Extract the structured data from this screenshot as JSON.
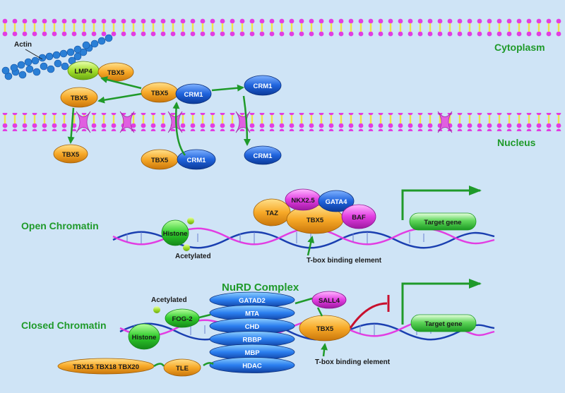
{
  "compartments": {
    "cytoplasm": "Cytoplasm",
    "nucleus": "Nucleus"
  },
  "labels": {
    "actin": "Actin",
    "lmp4": "LMP4",
    "tbx5": "TBX5",
    "crm1": "CRM1",
    "taz": "TAZ",
    "nkx25": "NKX2.5",
    "gata4": "GATA4",
    "baf": "BAF",
    "histone": "Histone",
    "acetylated": "Acetylated",
    "target_gene": "Target gene",
    "tbox": "T-box binding element",
    "fog2": "FOG-2",
    "sall4": "SALL4",
    "tle": "TLE",
    "tbx_repressors": "TBX15 TBX18 TBX20"
  },
  "sections": {
    "open": "Open Chromatin",
    "closed": "Closed Chromatin",
    "nurd": "NuRD Complex"
  },
  "nurd_subunits": [
    "GATAD2",
    "MTA",
    "CHD",
    "RBBP",
    "MBP",
    "HDAC"
  ],
  "colors": {
    "tbx5": "#f5a623",
    "crm1": "#1b5fd4",
    "green_protein": "#2ec92b",
    "lmp4": "#a6e22e",
    "magenta": "#e040e0",
    "arrow": "#1f9a2a",
    "inhibit": "#c8102e",
    "membrane": "#d63fd1"
  }
}
